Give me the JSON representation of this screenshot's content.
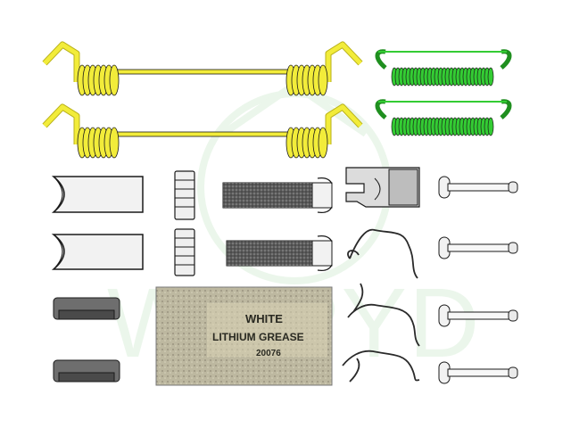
{
  "product_image": {
    "watermark": "WDPYD",
    "colors": {
      "background": "#ffffff",
      "yellow_spring": "#f2ec3a",
      "yellow_spring_shadow": "#b9b21a",
      "green_spring": "#33cc33",
      "green_spring_shadow": "#1f8f1f",
      "outline": "#1a1a1a",
      "steel": "#e8e8e8",
      "dark_part": "#6e6e6e",
      "watermark": "#c7e7c7"
    },
    "grease_packet": {
      "line1": "WHITE",
      "line2": "LITHIUM GREASE",
      "line3": "20076"
    },
    "parts": [
      {
        "name": "long-yellow-adjuster-spring",
        "count": 2
      },
      {
        "name": "green-return-spring",
        "count": 2
      },
      {
        "name": "white-sleeve-clip",
        "count": 2
      },
      {
        "name": "adjuster-star-wheel",
        "count": 2
      },
      {
        "name": "adjuster-screw",
        "count": 2
      },
      {
        "name": "dark-retainer-cap",
        "count": 2
      },
      {
        "name": "hold-down-pin",
        "count": 4
      },
      {
        "name": "wire-hold-down-spring",
        "count": 3
      },
      {
        "name": "bracket-clip",
        "count": 1
      }
    ]
  }
}
